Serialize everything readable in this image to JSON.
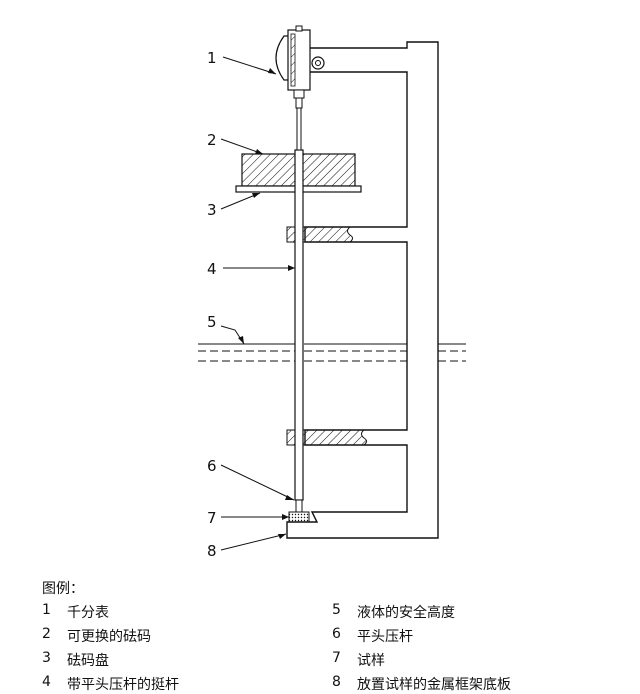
{
  "callouts": [
    "1",
    "2",
    "3",
    "4",
    "5",
    "6",
    "7",
    "8"
  ],
  "legend": {
    "title": "图例：",
    "items": [
      {
        "num": "1",
        "text": "千分表"
      },
      {
        "num": "2",
        "text": "可更换的砝码"
      },
      {
        "num": "3",
        "text": "砝码盘"
      },
      {
        "num": "4",
        "text": "带平头压杆的挺杆"
      },
      {
        "num": "5",
        "text": "液体的安全高度"
      },
      {
        "num": "6",
        "text": "平头压杆"
      },
      {
        "num": "7",
        "text": "试样"
      },
      {
        "num": "8",
        "text": "放置试样的金属框架底板"
      }
    ]
  }
}
